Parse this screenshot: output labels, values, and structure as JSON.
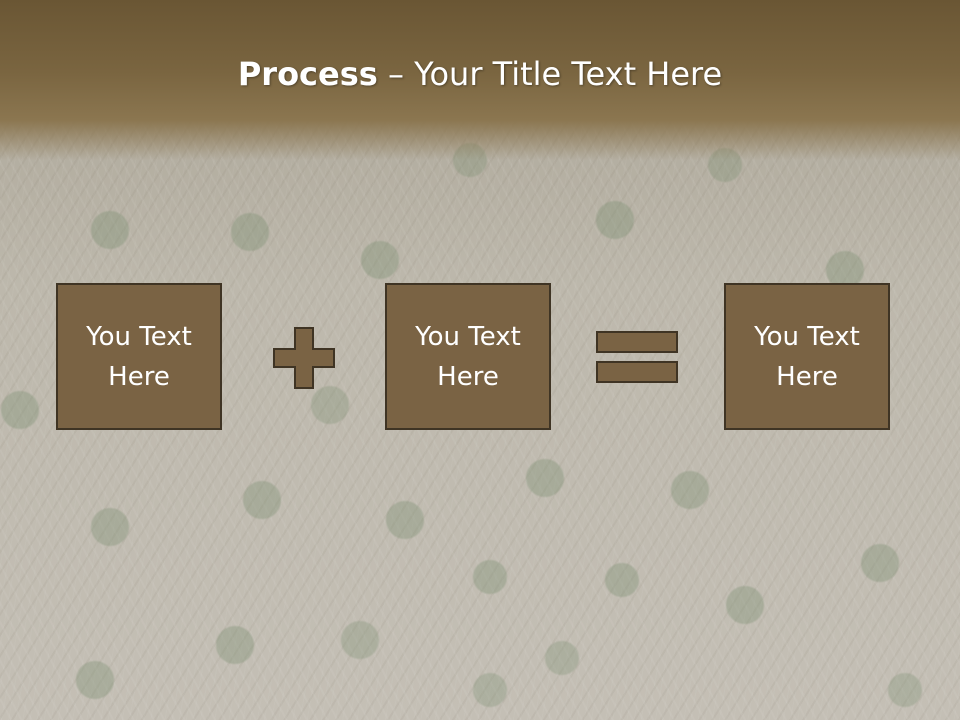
{
  "title": {
    "bold": "Process",
    "rest": " – Your Title Text Here"
  },
  "boxes": [
    {
      "text": "You Text Here"
    },
    {
      "text": "You Text Here"
    },
    {
      "text": "You Text Here"
    }
  ],
  "icons": {
    "operator_1": "plus-icon",
    "operator_2": "equals-icon"
  },
  "colors": {
    "header": "#7a6540",
    "box_fill": "#7a6344",
    "box_border": "#3f3424",
    "text": "#ffffff"
  }
}
